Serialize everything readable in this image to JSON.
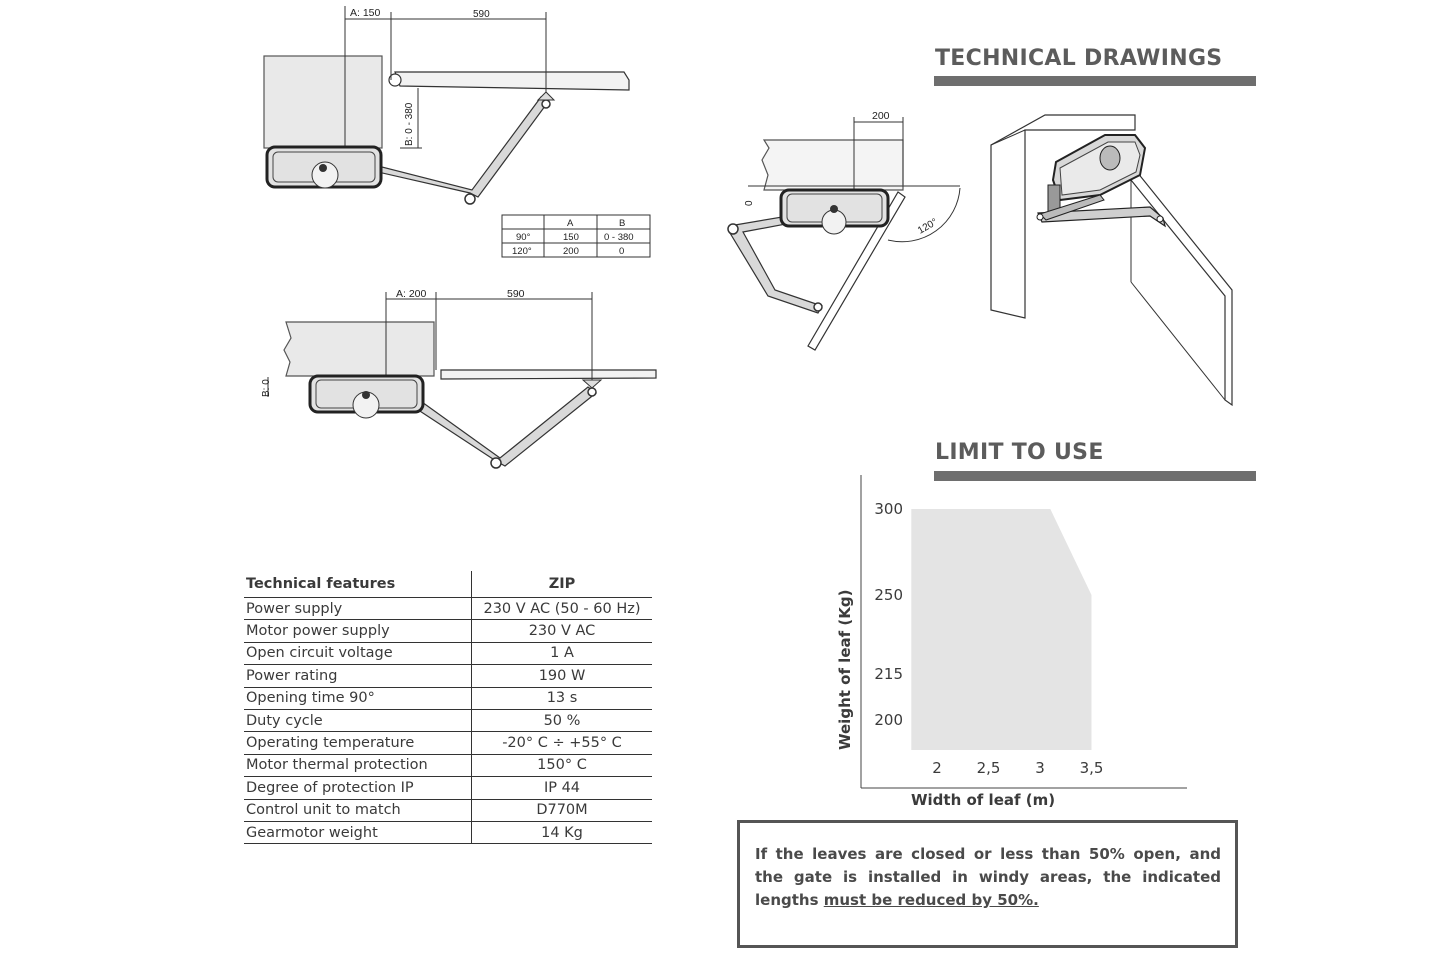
{
  "sections": {
    "technical_drawings": "TECHNICAL DRAWINGS",
    "limit_to_use": "LIMIT TO USE"
  },
  "drawing1": {
    "dim_a": "A: 150",
    "dim_590": "590",
    "dim_b": "B: 0 - 380",
    "table": {
      "headers": [
        "",
        "A",
        "B"
      ],
      "rows": [
        [
          "90°",
          "150",
          "0 - 380"
        ],
        [
          "120°",
          "200",
          "0"
        ]
      ]
    }
  },
  "drawing2": {
    "dim_a": "A: 200",
    "dim_590": "590",
    "dim_b": "B: 0"
  },
  "drawing3": {
    "dim_200": "200",
    "dim_0": "0",
    "angle": "120°"
  },
  "features": {
    "header_label": "Technical features",
    "header_value": "ZIP",
    "rows": [
      {
        "label": "Power supply",
        "value": "230 V AC (50 - 60 Hz)"
      },
      {
        "label": "Motor power supply",
        "value": "230 V AC"
      },
      {
        "label": "Open circuit voltage",
        "value": "1 A"
      },
      {
        "label": "Power rating",
        "value": "190 W"
      },
      {
        "label": "Opening time 90°",
        "value": "13 s"
      },
      {
        "label": "Duty cycle",
        "value": "50 %"
      },
      {
        "label": "Operating temperature",
        "value": "-20° C ÷ +55° C"
      },
      {
        "label": "Motor thermal protection",
        "value": "150° C"
      },
      {
        "label": "Degree of protection IP",
        "value": "IP 44"
      },
      {
        "label": "Control unit to match",
        "value": "D770M"
      },
      {
        "label": "Gearmotor weight",
        "value": "14 Kg"
      }
    ]
  },
  "chart_data": {
    "type": "area",
    "xlabel": "Width of leaf (m)",
    "ylabel": "Weight of leaf (Kg)",
    "x_ticks": [
      "2",
      "2,5",
      "3",
      "3,5"
    ],
    "y_ticks": [
      "200",
      "215",
      "250",
      "300"
    ],
    "series": [
      {
        "x": [
          1.75,
          1.75,
          3.1,
          3.5,
          3.5
        ],
        "y": [
          300,
          300,
          300,
          250,
          185
        ]
      }
    ],
    "region_vertices": [
      [
        1.75,
        185
      ],
      [
        1.75,
        300
      ],
      [
        3.1,
        300
      ],
      [
        3.5,
        250
      ],
      [
        3.5,
        185
      ]
    ],
    "fill_color": "#e4e4e4"
  },
  "notice": {
    "text": "If the leaves are closed or less than 50% open, and the gate is installed in windy areas, the indicated lengths ",
    "emphasis": "must be reduced by 50%."
  }
}
